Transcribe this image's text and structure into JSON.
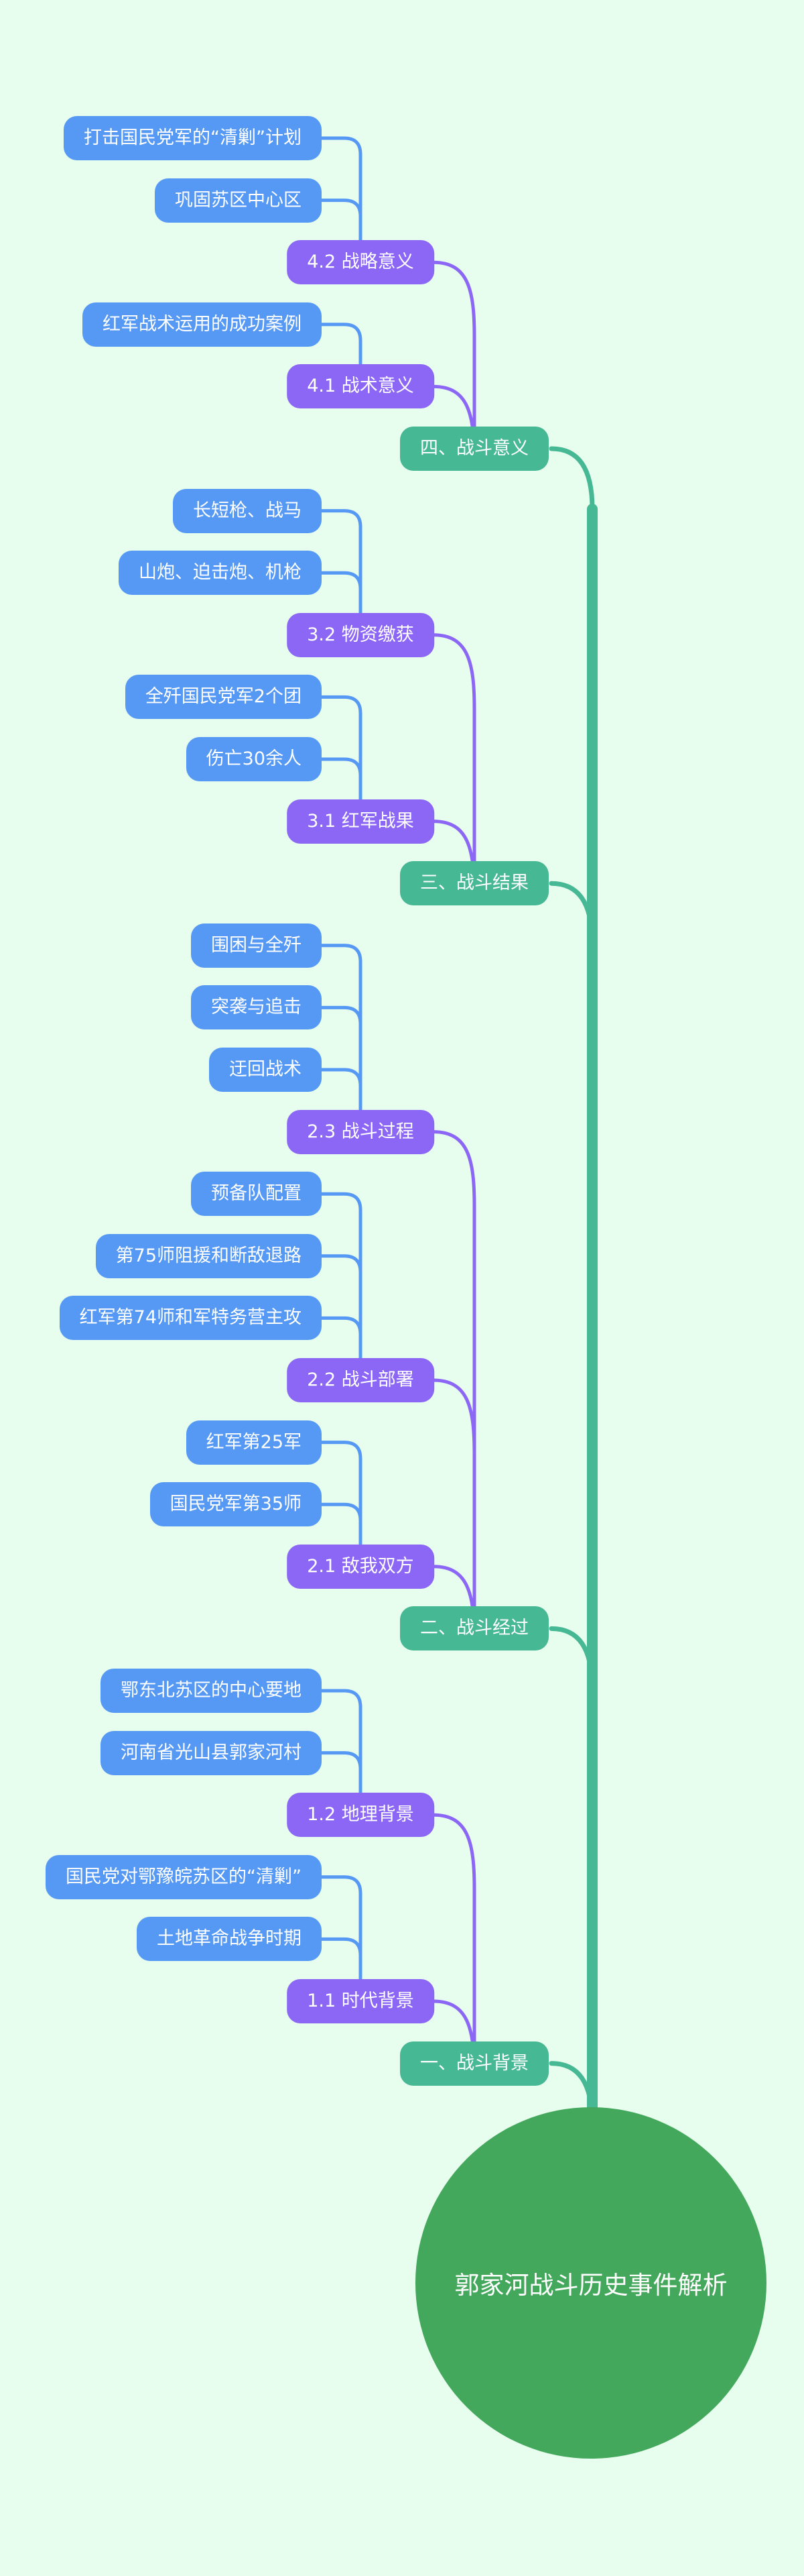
{
  "root": {
    "label": "郭家河战斗历史事件解析"
  },
  "colors": {
    "background": "#e7fdee",
    "root": "#44a85c",
    "section": "#47b894",
    "subsection": "#8c67f5",
    "leaf": "#5599f4"
  },
  "sections": [
    {
      "label": "四、战斗意义",
      "children": [
        {
          "label": "4.2 战略意义",
          "leaves": [
            "打击国民党军的“清剿”计划",
            "巩固苏区中心区"
          ]
        },
        {
          "label": "4.1 战术意义",
          "leaves": [
            "红军战术运用的成功案例"
          ]
        }
      ]
    },
    {
      "label": "三、战斗结果",
      "children": [
        {
          "label": "3.2 物资缴获",
          "leaves": [
            "长短枪、战马",
            "山炮、迫击炮、机枪"
          ]
        },
        {
          "label": "3.1 红军战果",
          "leaves": [
            "全歼国民党军2个团",
            "伤亡30余人"
          ]
        }
      ]
    },
    {
      "label": "二、战斗经过",
      "children": [
        {
          "label": "2.3 战斗过程",
          "leaves": [
            "围困与全歼",
            "突袭与追击",
            "迂回战术"
          ]
        },
        {
          "label": "2.2 战斗部署",
          "leaves": [
            "预备队配置",
            "第75师阻援和断敌退路",
            "红军第74师和军特务营主攻"
          ]
        },
        {
          "label": "2.1 敌我双方",
          "leaves": [
            "红军第25军",
            "国民党军第35师"
          ]
        }
      ]
    },
    {
      "label": "一、战斗背景",
      "children": [
        {
          "label": "1.2 地理背景",
          "leaves": [
            "鄂东北苏区的中心要地",
            "河南省光山县郭家河村"
          ]
        },
        {
          "label": "1.1 时代背景",
          "leaves": [
            "国民党对鄂豫皖苏区的“清剿”",
            "土地革命战争时期"
          ]
        }
      ]
    }
  ]
}
